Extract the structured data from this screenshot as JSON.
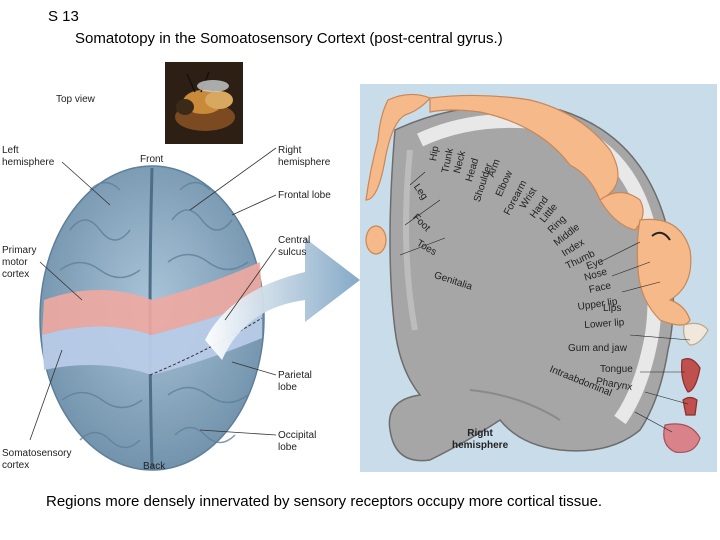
{
  "slide": {
    "number": "S 13",
    "title": "Somatotopy in the Somoatosensory Cortext (post-central gyrus.)",
    "caption": "Regions more densely innervated by sensory receptors occupy more cortical tissue."
  },
  "left_labels": {
    "top_view": "Top view",
    "left_hemisphere": "Left\nhemisphere",
    "front": "Front",
    "right_hemisphere": "Right\nhemisphere",
    "frontal_lobe": "Frontal lobe",
    "primary_motor_cortex": "Primary\nmotor\ncortex",
    "central_sulcus": "Central\nsulcus",
    "parietal_lobe": "Parietal\nlobe",
    "occipital_lobe": "Occipital\nlobe",
    "somatosensory_cortex": "Somatosensory\ncortex",
    "back": "Back"
  },
  "cortex_labels": {
    "hip": "Hip",
    "trunk": "Trunk",
    "neck": "Neck",
    "head": "Head",
    "shoulder": "Shoulder",
    "arm": "Arm",
    "elbow": "Elbow",
    "forearm": "Forearm",
    "wrist": "Wrist",
    "hand": "Hand",
    "little": "Little",
    "ring": "Ring",
    "middle": "Middle",
    "index": "Index",
    "thumb": "Thumb",
    "eye": "Eye",
    "nose": "Nose",
    "face": "Face",
    "upper_lip": "Upper lip",
    "lips": "Lips",
    "lower_lip": "Lower lip",
    "gum_and_jaw": "Gum and jaw",
    "tongue": "Tongue",
    "pharynx": "Pharynx",
    "intraabdominal": "Intraabdominal",
    "leg": "Leg",
    "foot": "Foot",
    "toes": "Toes",
    "genitalia": "Genitalia",
    "right_hemisphere": "Right\nhemisphere"
  },
  "colors": {
    "brain_blue": "#8fb0c8",
    "motor_red": "#f0a8a0",
    "sensory_blue": "#b8cbe8",
    "panel_bg": "#c9dce9",
    "cortex_gray": "#a6a6a6",
    "homunculus_skin": "#f6b98a",
    "arrow_blue": "#8aaecb"
  }
}
